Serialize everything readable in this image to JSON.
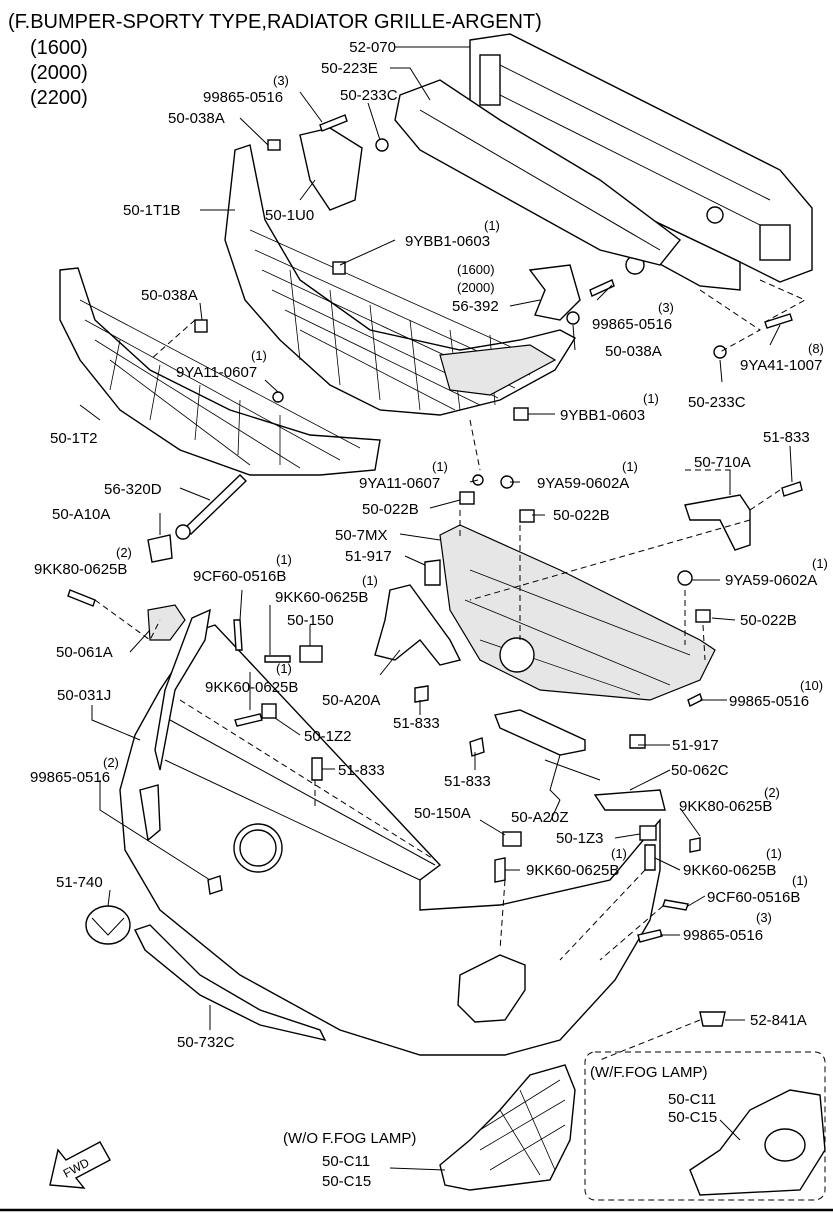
{
  "header": {
    "title": "(F.BUMPER-SPORTY TYPE,RADIATOR GRILLE-ARGENT)",
    "variants": [
      "(1600)",
      "(2000)",
      "(2200)"
    ]
  },
  "parts": {
    "p52_070": "52-070",
    "p50_223E": "50-223E",
    "p50_233C_top": "50-233C",
    "p99865_top": "99865-0516",
    "p99865_top_qty": "(3)",
    "p50_038A_top": "50-038A",
    "p50_1T1B": "50-1T1B",
    "p50_1U0": "50-1U0",
    "p9YBB1_top": "9YBB1-0603",
    "p9YBB1_top_qty": "(1)",
    "p56_392_v1": "(1600)",
    "p56_392_v2": "(2000)",
    "p56_392": "56-392",
    "p99865_mid": "99865-0516",
    "p99865_mid_qty": "(3)",
    "p50_038A_left": "50-038A",
    "p50_038A_mid": "50-038A",
    "p9YA41": "9YA41-1007",
    "p9YA41_qty": "(8)",
    "p9YA11_left": "9YA11-0607",
    "p9YA11_left_qty": "(1)",
    "p50_233C_right": "50-233C",
    "p50_1T2": "50-1T2",
    "p9YBB1_mid": "9YBB1-0603",
    "p9YBB1_mid_qty": "(1)",
    "p51_833_tr": "51-833",
    "p50_710A": "50-710A",
    "p9YA11_mid": "9YA11-0607",
    "p9YA11_mid_qty": "(1)",
    "p9YA59_top": "9YA59-0602A",
    "p9YA59_top_qty": "(1)",
    "p56_320D": "56-320D",
    "p50_022B_l": "50-022B",
    "p50_022B_m": "50-022B",
    "p50_A10A": "50-A10A",
    "p50_7MX": "50-7MX",
    "p51_917_top": "51-917",
    "p9KK80_left": "9KK80-0625B",
    "p9KK80_left_qty": "(2)",
    "p9CF60_mid": "9CF60-0516B",
    "p9CF60_mid_qty": "(1)",
    "p9KK60_a": "9KK60-0625B",
    "p9KK60_a_qty": "(1)",
    "p9YA59_right": "9YA59-0602A",
    "p9YA59_right_qty": "(1)",
    "p50_150": "50-150",
    "p50_022B_r": "50-022B",
    "p50_061A": "50-061A",
    "p50_031J": "50-031J",
    "p9KK60_b": "9KK60-0625B",
    "p9KK60_b_qty": "(1)",
    "p50_A20A": "50-A20A",
    "p99865_r": "99865-0516",
    "p99865_r_qty": "(10)",
    "p51_833_m": "51-833",
    "p50_1Z2": "50-1Z2",
    "p51_917_low": "51-917",
    "p99865_left": "99865-0516",
    "p99865_left_qty": "(2)",
    "p51_833_l": "51-833",
    "p51_833_lm": "51-833",
    "p50_062C": "50-062C",
    "p9KK80_right": "9KK80-0625B",
    "p9KK80_right_qty": "(2)",
    "p50_150A": "50-150A",
    "p50_A20Z": "50-A20Z",
    "p50_1Z3": "50-1Z3",
    "p9KK60_c": "9KK60-0625B",
    "p9KK60_c_qty": "(1)",
    "p9KK60_d": "9KK60-0625B",
    "p9KK60_d_qty": "(1)",
    "p51_740": "51-740",
    "p9CF60_r": "9CF60-0516B",
    "p9CF60_r_qty": "(1)",
    "p99865_low": "99865-0516",
    "p99865_low_qty": "(3)",
    "p52_841A": "52-841A",
    "p50_732C": "50-732C"
  },
  "fog": {
    "box_title": "(W/F.FOG LAMP)",
    "box_part1": "50-C11",
    "box_part2": "50-C15",
    "outside_title": "(W/O F.FOG LAMP)",
    "outside_part1": "50-C11",
    "outside_part2": "50-C15"
  },
  "fwd_label": "FWD"
}
